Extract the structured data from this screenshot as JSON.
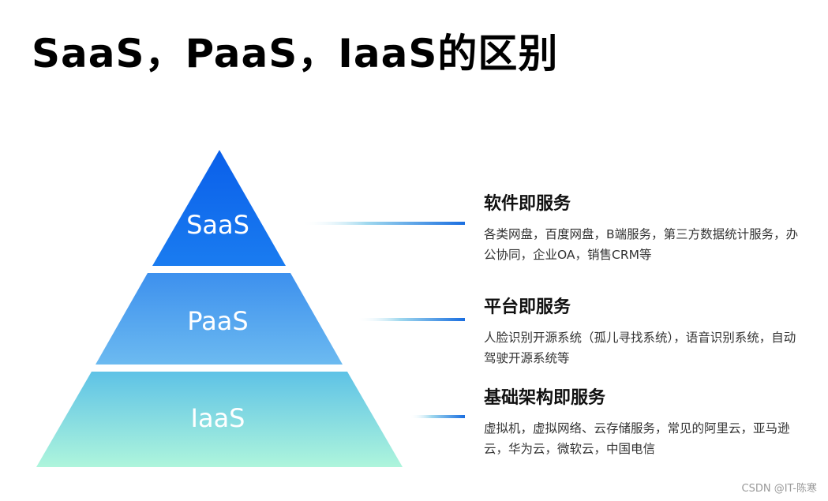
{
  "title": "SaaS，PaaS，IaaS的区别",
  "layers": [
    {
      "label": "SaaS",
      "heading": "软件即服务",
      "description": "各类网盘，百度网盘，B端服务，第三方数据统计服务，办公协同，企业OA，销售CRM等"
    },
    {
      "label": "PaaS",
      "heading": "平台即服务",
      "description": "人脸识别开源系统（孤儿寻找系统），语音识别系统，自动驾驶开源系统等"
    },
    {
      "label": "IaaS",
      "heading": "基础架构即服务",
      "description": "虚拟机，虚拟网络、云存储服务，常见的阿里云，亚马逊云，华为云，微软云，中国电信"
    }
  ],
  "watermark": "CSDN @IT-陈寒",
  "colors": {
    "top": "#0a63ec",
    "middle": "#5aaaf0",
    "bottom_top": "#5bbfe8",
    "bottom_bottom": "#a8f2dc",
    "connector": "#1a6ee0"
  }
}
